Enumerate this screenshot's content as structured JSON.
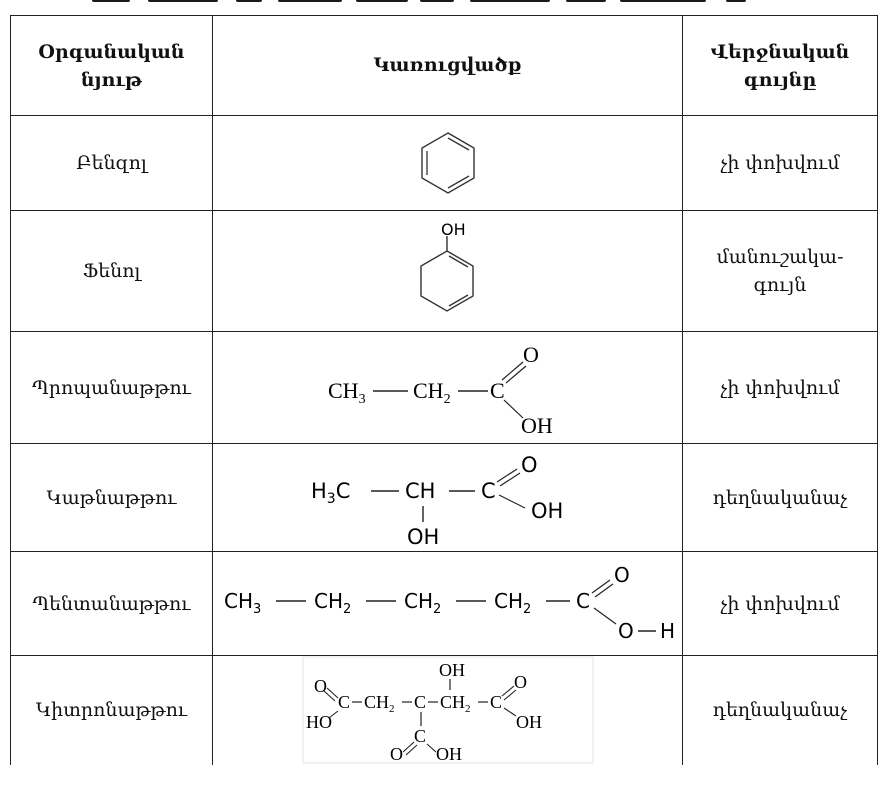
{
  "table": {
    "headers": [
      "Օրգանական նյութ",
      "Կառուցվածք",
      "Վերջնական գույնը"
    ],
    "rows": [
      {
        "name": "Բենզոլ",
        "structure": "benzene-ring",
        "color": "չի փոխվում"
      },
      {
        "name": "Ֆենոլ",
        "structure": "phenol-ring",
        "color": "մանուշակա-գույն"
      },
      {
        "name": "Պրոպանաթթու",
        "structure": "propanoic-acid",
        "color": "չի փոխվում"
      },
      {
        "name": "Կաթնաթթու",
        "structure": "lactic-acid",
        "color": "դեղնականաչ"
      },
      {
        "name": "Պենտանաթթու",
        "structure": "pentanoic-acid",
        "color": "չի փոխվում"
      },
      {
        "name": "Կիտրոնաթթու",
        "structure": "citric-acid",
        "color": "դեղնականաչ"
      }
    ]
  },
  "formulas": {
    "phenol_oh": "OH",
    "propanoic": {
      "ch3": "CH",
      "ch2": "CH",
      "c": "C",
      "o": "O",
      "oh": "OH",
      "sub3": "3",
      "sub2": "2"
    },
    "lactic": {
      "h3c": "H",
      "c_after": "C",
      "sub3": "3",
      "ch": "CH",
      "c": "C",
      "o": "O",
      "oh_right": "OH",
      "oh_down": "OH"
    },
    "pentanoic": {
      "ch3": "CH",
      "sub3": "3",
      "ch2": "CH",
      "sub2": "2",
      "c": "C",
      "o": "O",
      "oh_o": "O",
      "h": "H"
    },
    "citric": {
      "oh_top": "OH",
      "o_left": "O",
      "c_left": "C",
      "ho_left": "HO",
      "ch2_left": "CH",
      "sub2": "2",
      "c_center": "C",
      "ch2_right": "CH",
      "c_right": "C",
      "o_right": "O",
      "oh_right": "OH",
      "c_down": "C",
      "o_down": "O",
      "oh_down": "OH"
    }
  }
}
